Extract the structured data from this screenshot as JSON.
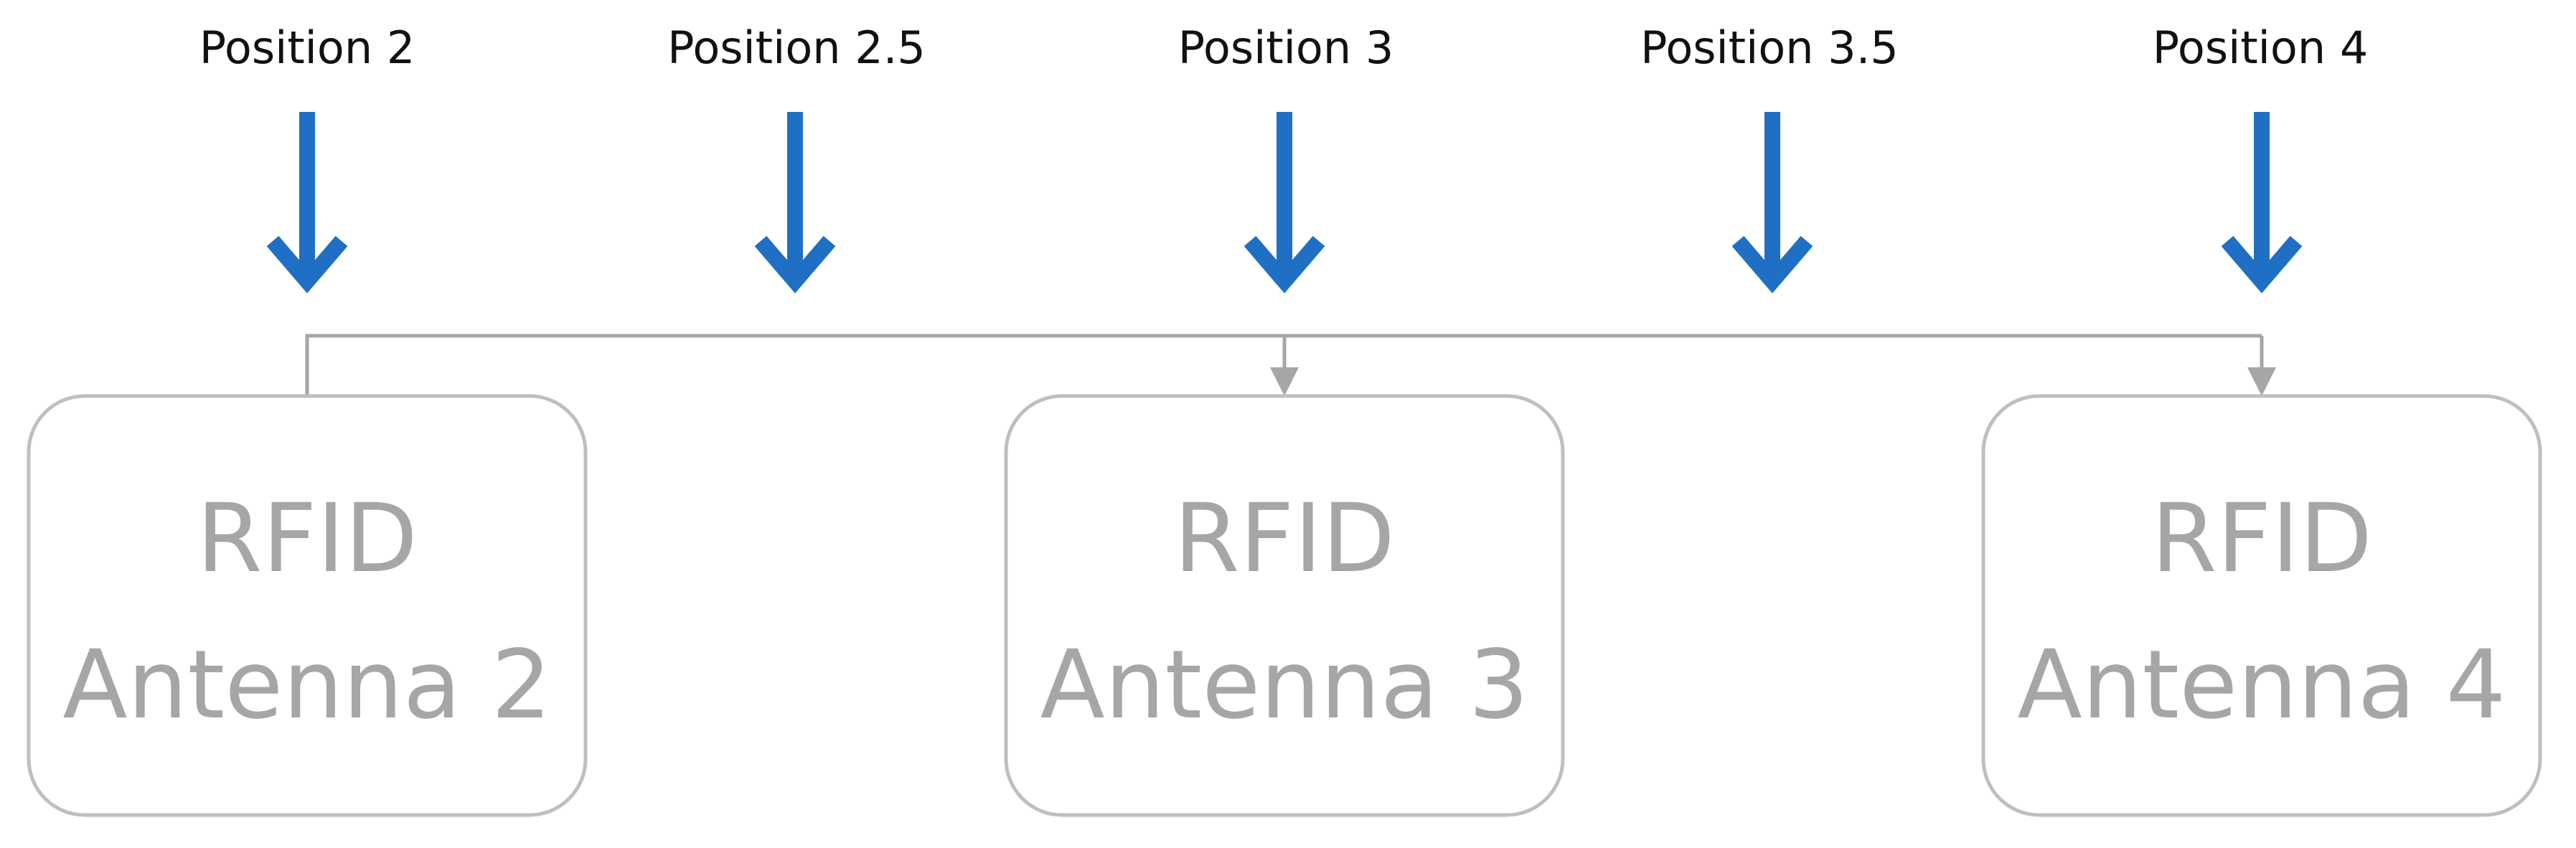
{
  "colors": {
    "arrow": "#1f6fc5",
    "connector": "#a6a6a6",
    "box_border": "#bfbfbf",
    "box_text": "#a6a6a6",
    "label_text": "#111111"
  },
  "positions": [
    {
      "label": "Position 2",
      "icon": "down-arrow-icon"
    },
    {
      "label": "Position 2.5",
      "icon": "down-arrow-icon"
    },
    {
      "label": "Position 3",
      "icon": "down-arrow-icon"
    },
    {
      "label": "Position 3.5",
      "icon": "down-arrow-icon"
    },
    {
      "label": "Position 4",
      "icon": "down-arrow-icon"
    }
  ],
  "antennas": [
    {
      "line1": "RFID",
      "line2": "Antenna 2"
    },
    {
      "line1": "RFID",
      "line2": "Antenna 3"
    },
    {
      "line1": "RFID",
      "line2": "Antenna 4"
    }
  ]
}
